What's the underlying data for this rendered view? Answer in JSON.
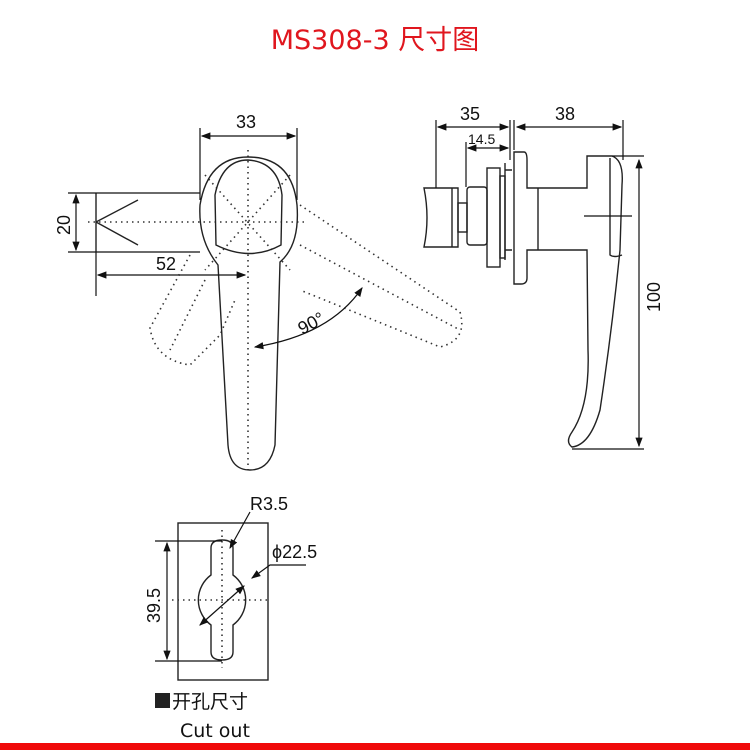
{
  "title": "MS308-3 尺寸图",
  "front_view": {
    "width_dim": "33",
    "height_dim": "20",
    "length_dim": "52",
    "angle_dim": "90°"
  },
  "side_view": {
    "depth_dim": "35",
    "inner_dim": "14.5",
    "handle_dim": "38",
    "height_dim": "100"
  },
  "cutout": {
    "radius_label": "R3.5",
    "diameter_label": "ϕ22.5",
    "height_dim": "39.5",
    "legend_cn": "开孔尺寸",
    "legend_en": "Cut out"
  },
  "colors": {
    "title": "#e0161e",
    "bar": "#f00a0a"
  }
}
